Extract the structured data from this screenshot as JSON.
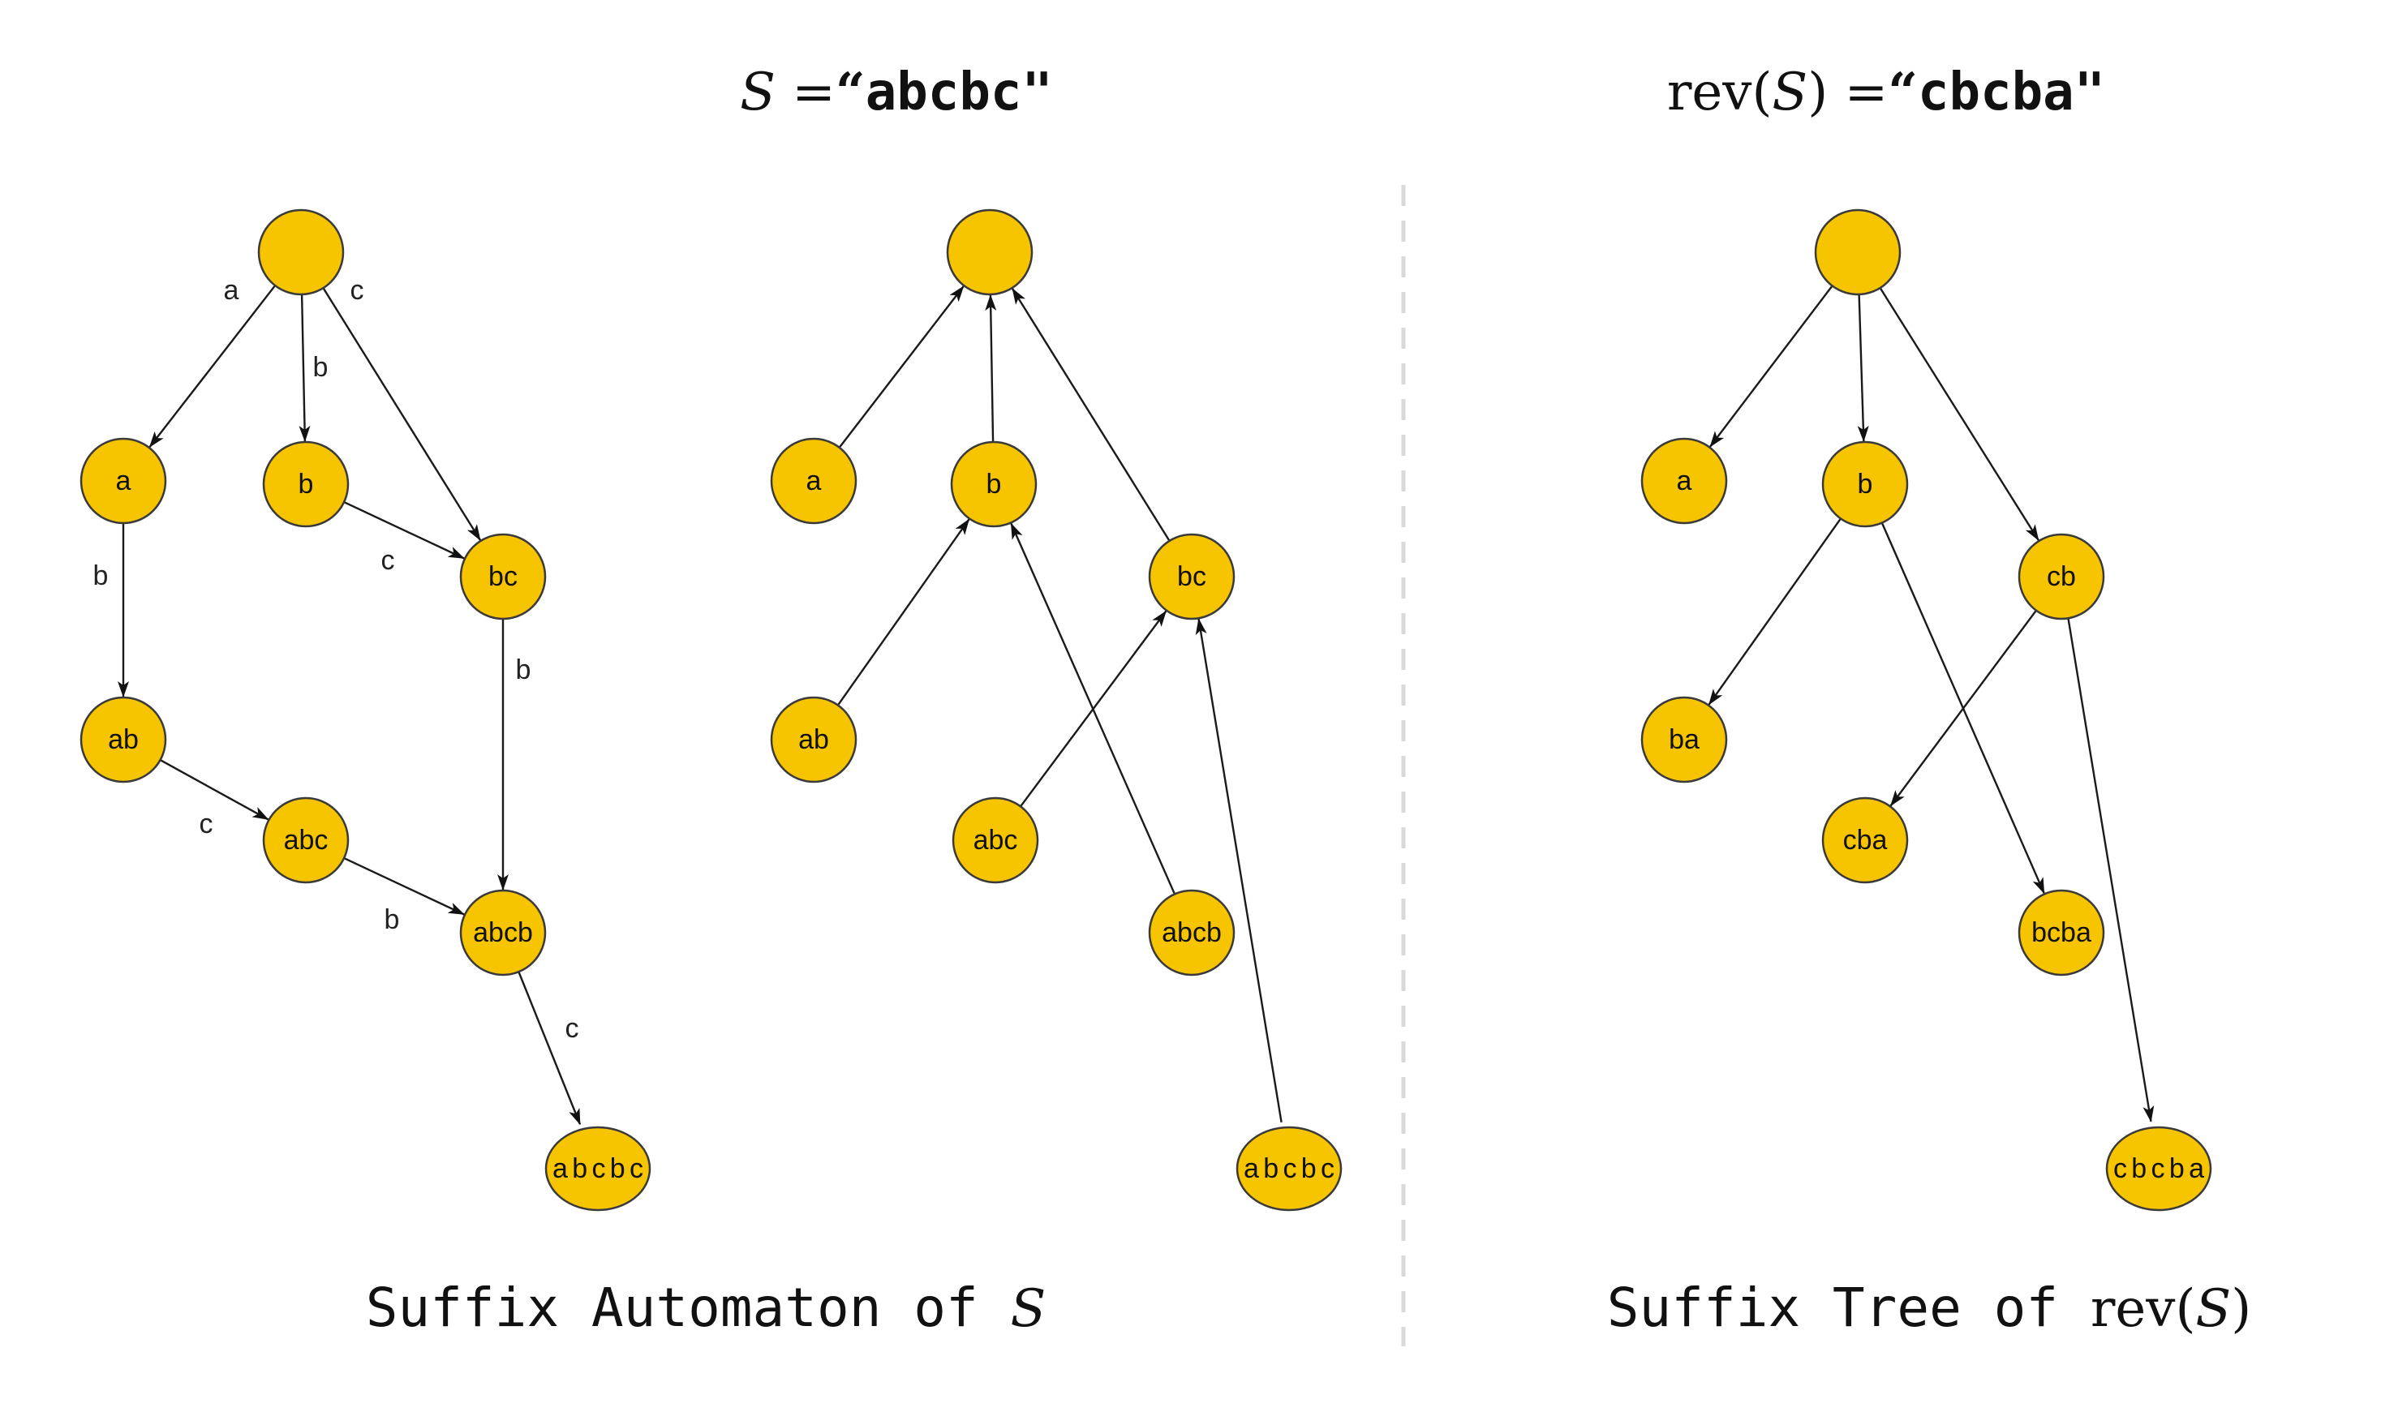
{
  "titles": {
    "left": {
      "var": "S",
      "eq": " =",
      "open_quote": "“",
      "value": "abcbc",
      "close_quote": "\""
    },
    "right": {
      "func": "rev(",
      "var": "S",
      "close": ")",
      "eq": " =",
      "open_quote": "“",
      "value": "cbcba",
      "close_quote": "\""
    }
  },
  "captions": {
    "left": {
      "text": "Suffix Automaton of ",
      "var": "S"
    },
    "right": {
      "text": "Suffix Tree of ",
      "func": "rev(",
      "var": "S",
      "close": ")"
    }
  },
  "colors": {
    "node_fill": "#f7c400",
    "node_stroke": "#3a3a3a",
    "edge": "#1a1a1a",
    "divider": "#d9d9d9"
  },
  "graphs": {
    "automaton": {
      "nodes": [
        {
          "id": "root",
          "label": ""
        },
        {
          "id": "a",
          "label": "a"
        },
        {
          "id": "b",
          "label": "b"
        },
        {
          "id": "bc",
          "label": "bc"
        },
        {
          "id": "ab",
          "label": "ab"
        },
        {
          "id": "abc",
          "label": "abc"
        },
        {
          "id": "abcb",
          "label": "abcb"
        },
        {
          "id": "abcbc",
          "label": "abcbc"
        }
      ],
      "edges": [
        {
          "from": "root",
          "to": "a",
          "label": "a"
        },
        {
          "from": "root",
          "to": "b",
          "label": "b"
        },
        {
          "from": "root",
          "to": "bc",
          "label": "c"
        },
        {
          "from": "b",
          "to": "bc",
          "label": "c"
        },
        {
          "from": "a",
          "to": "ab",
          "label": "b"
        },
        {
          "from": "bc",
          "to": "abcb",
          "label": "b"
        },
        {
          "from": "ab",
          "to": "abc",
          "label": "c"
        },
        {
          "from": "abc",
          "to": "abcb",
          "label": "b"
        },
        {
          "from": "abcb",
          "to": "abcbc",
          "label": "c"
        }
      ]
    },
    "suffix_links": {
      "nodes": [
        {
          "id": "root",
          "label": ""
        },
        {
          "id": "a",
          "label": "a"
        },
        {
          "id": "b",
          "label": "b"
        },
        {
          "id": "bc",
          "label": "bc"
        },
        {
          "id": "ab",
          "label": "ab"
        },
        {
          "id": "abc",
          "label": "abc"
        },
        {
          "id": "abcb",
          "label": "abcb"
        },
        {
          "id": "abcbc",
          "label": "abcbc"
        }
      ],
      "edges": [
        {
          "from": "a",
          "to": "root"
        },
        {
          "from": "b",
          "to": "root"
        },
        {
          "from": "bc",
          "to": "root"
        },
        {
          "from": "ab",
          "to": "b"
        },
        {
          "from": "abcb",
          "to": "b"
        },
        {
          "from": "abc",
          "to": "bc"
        },
        {
          "from": "abcbc",
          "to": "bc"
        }
      ]
    },
    "suffix_tree": {
      "nodes": [
        {
          "id": "root",
          "label": ""
        },
        {
          "id": "a",
          "label": "a"
        },
        {
          "id": "b",
          "label": "b"
        },
        {
          "id": "cb",
          "label": "cb"
        },
        {
          "id": "ba",
          "label": "ba"
        },
        {
          "id": "cba",
          "label": "cba"
        },
        {
          "id": "bcba",
          "label": "bcba"
        },
        {
          "id": "cbcba",
          "label": "cbcba"
        }
      ],
      "edges": [
        {
          "from": "root",
          "to": "a"
        },
        {
          "from": "root",
          "to": "b"
        },
        {
          "from": "root",
          "to": "cb"
        },
        {
          "from": "b",
          "to": "ba"
        },
        {
          "from": "b",
          "to": "bcba"
        },
        {
          "from": "cb",
          "to": "cba"
        },
        {
          "from": "cb",
          "to": "cbcba"
        }
      ]
    }
  }
}
